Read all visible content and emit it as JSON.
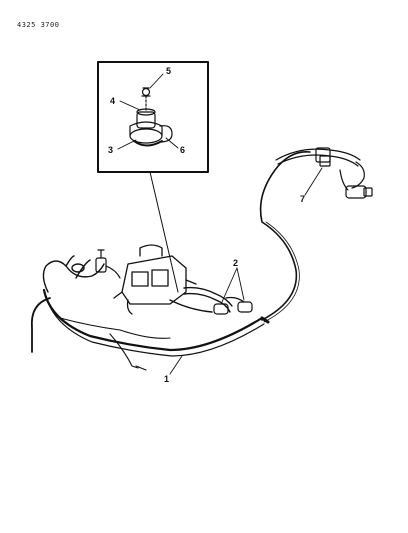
{
  "document": {
    "id_text": "4325 3700"
  },
  "callouts": [
    {
      "id": "1",
      "label": "1"
    },
    {
      "id": "2",
      "label": "2"
    },
    {
      "id": "3",
      "label": "3"
    },
    {
      "id": "4",
      "label": "4"
    },
    {
      "id": "5",
      "label": "5"
    },
    {
      "id": "6",
      "label": "6"
    },
    {
      "id": "7",
      "label": "7"
    }
  ],
  "colors": {
    "ink": "#111111",
    "paper": "#ffffff"
  }
}
